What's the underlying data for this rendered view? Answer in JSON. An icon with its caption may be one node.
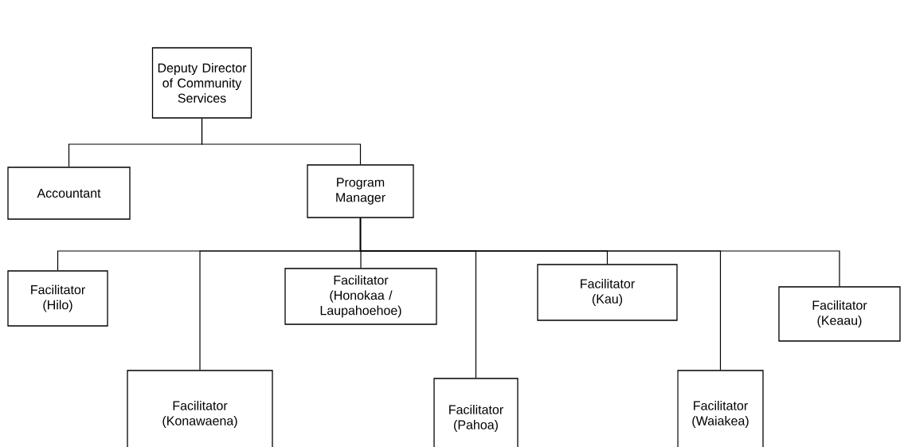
{
  "diagram": {
    "nodes": [
      {
        "text": [
          "Deputy Director of Community Services"
        ]
      },
      {
        "text": [
          "Accountant"
        ]
      },
      {
        "text": [
          "Program Manager"
        ]
      },
      {
        "text": [
          "Facilitator (Hilo)"
        ]
      },
      {
        "text": [
          "Facilitator (Konawaena)"
        ]
      },
      {
        "text": [
          "Facilitator (Honokaa / Laupahoehoe)"
        ]
      },
      {
        "text": [
          "Facilitator (Pahoa)"
        ]
      },
      {
        "text": [
          "Facilitator (Kau)"
        ]
      },
      {
        "text": [
          "Facilitator (Waiakea)"
        ]
      },
      {
        "text": [
          "Facilitator (Keaau)"
        ]
      }
    ],
    "edges": [
      {
        "from": 0,
        "to": 1,
        "arrow": "none"
      },
      {
        "from": 0,
        "to": 2,
        "arrow": "none"
      },
      {
        "from": 2,
        "to": 3,
        "arrow": "none"
      },
      {
        "from": 2,
        "to": 4,
        "arrow": "none"
      },
      {
        "from": 2,
        "to": 5,
        "arrow": "none"
      },
      {
        "from": 2,
        "to": 6,
        "arrow": "none"
      },
      {
        "from": 2,
        "to": 7,
        "arrow": "none"
      },
      {
        "from": 2,
        "to": 8,
        "arrow": "none"
      },
      {
        "from": 2,
        "to": 9,
        "arrow": "none"
      }
    ]
  }
}
